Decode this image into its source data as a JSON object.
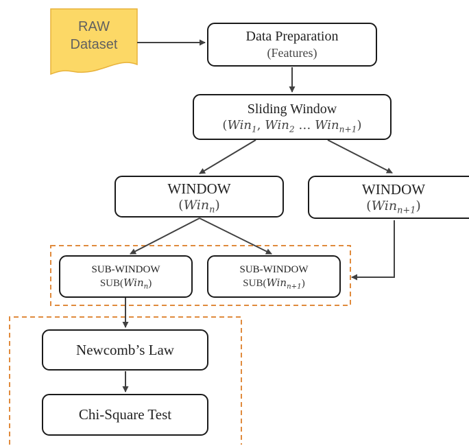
{
  "raw_dataset": {
    "line1": "RAW",
    "line2": "Dataset"
  },
  "data_preparation": {
    "title": "Data Preparation",
    "subtitle": "(Features)"
  },
  "sliding_window": {
    "title": "Sliding Window",
    "subtitle": {
      "open": "(",
      "win": "Win",
      "s1": "1",
      "comma": ",",
      "s2": "2",
      "ellipsis": " … ",
      "sn1": "n+1",
      "close": ")"
    }
  },
  "window_n": {
    "title": "WINDOW",
    "subtitle": {
      "open": "(",
      "win": "Win",
      "sub": "n",
      "close": ")"
    }
  },
  "window_n1": {
    "title": "WINDOW",
    "subtitle": {
      "open": "(",
      "win": "Win",
      "sub": "n+1",
      "close": ")"
    }
  },
  "sub_window_n": {
    "title": "SUB-WINDOW",
    "prefix": "SUB(",
    "win": "Win",
    "sub": "n",
    "close": ")"
  },
  "sub_window_n1": {
    "title": "SUB-WINDOW",
    "prefix": "SUB(",
    "win": "Win",
    "sub": "n+1",
    "close": ")"
  },
  "newcomb": {
    "label": "Newcomb’s Law"
  },
  "chi_square": {
    "label": "Chi-Square Test"
  },
  "colors": {
    "document_fill": "#fcd866",
    "document_stroke": "#e8b23a",
    "box_border": "#1a1a1a",
    "arrow": "#404040",
    "dashed_group": "#e08a3c"
  },
  "icons": {
    "raw_dataset_shape": "document-shape"
  }
}
